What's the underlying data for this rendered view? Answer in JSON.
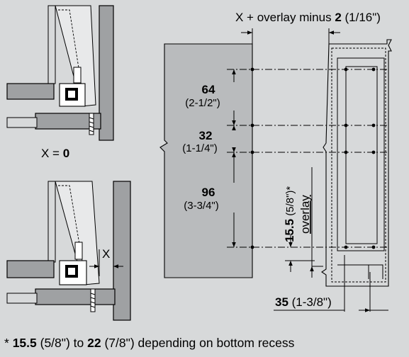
{
  "labels": {
    "x_zero_prefix": "X = ",
    "x_zero_value": "0",
    "x_marker": "X",
    "top_dim_prefix": "X + overlay minus ",
    "top_dim_value": "2",
    "top_dim_suffix": " (1/16\")",
    "dim_64_mm": "64",
    "dim_64_in": "(2-1/2\")",
    "dim_32_mm": "32",
    "dim_32_in": "(1-1/4\")",
    "dim_96_mm": "96",
    "dim_96_in": "(3-3/4\")",
    "dim_155_mm": "15.5",
    "dim_155_in": " (5/8\")*",
    "overlay": "overlay",
    "dim_35_mm": "35",
    "dim_35_in": " (1-3/8\")"
  },
  "footnote": {
    "star": "* ",
    "value1": "15.5",
    "text1": " (5/8\") to ",
    "value2": "22",
    "text2": " (7/8\") depending on bottom recess"
  },
  "colors": {
    "background": "#d7d9da",
    "front_panel": "#b9bbbd",
    "cabinet_wall": "#9fa1a3",
    "line": "#000000"
  }
}
